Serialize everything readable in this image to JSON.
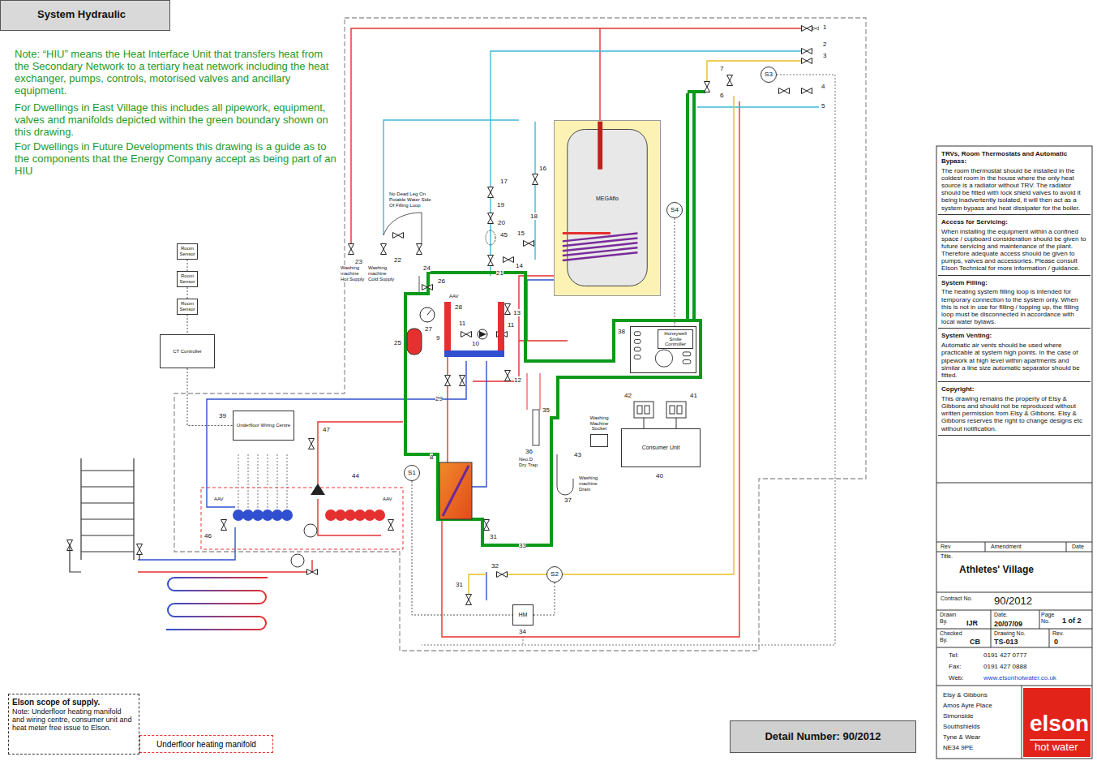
{
  "diagram": {
    "title": "System Hydraulic",
    "nodes": [
      {
        "text": [
          "Room Sensor"
        ]
      },
      {
        "text": [
          "Room Sensor"
        ]
      },
      {
        "text": [
          "Room Sensor"
        ]
      },
      {
        "text": [
          "CT Controller"
        ]
      },
      {
        "text": [
          "MEGAflo"
        ]
      },
      {
        "text": [
          "S3"
        ]
      },
      {
        "text": [
          "S4"
        ]
      },
      {
        "text": [
          "Honeywell Smile Controller"
        ]
      },
      {
        "text": [
          "Underfloor Wiring Centre"
        ]
      },
      {
        "text": [
          "Washing Machine Socket"
        ]
      },
      {
        "text": [
          "Consumer Unit"
        ]
      },
      {
        "text": [
          "S1"
        ]
      },
      {
        "text": [
          "S2"
        ]
      },
      {
        "text": [
          "HM"
        ]
      },
      {
        "text": [
          "Elson scope of supply.",
          "Note: Underfloor heating manifold and wiring centre, consumer unit and heat meter free issue to Elson."
        ]
      },
      {
        "text": [
          "Detail Number: 90/2012"
        ]
      },
      {
        "text": [
          "TRVs, Room Thermostats and Automatic Bypass:",
          "The room thermostat should be installed in the coldest room in the house where the only heat source is a radiator without TRV. The radiator should be fitted with lock shield valves to avoid it being inadvertently isolated, it will then act as a system bypass and heat dissipater for the boiler."
        ]
      },
      {
        "text": [
          "Access for Servicing:",
          "When installing the equipment within a confined space / cupboard consideration should be given to future servicing and maintenance of the plant. Therefore adequate access should be given to pumps, valves and accessories. Please consult Elson Technical for more information / guidance."
        ]
      },
      {
        "text": [
          "System Filling:",
          "The heating system filling loop is intended for temporary connection to the system only. When this is not in use for filling / topping up, the filling loop must be disconnected in accordance with local water bylaws."
        ]
      },
      {
        "text": [
          "System Venting:",
          "Automatic air vents should be used where practicable at system high points. In the case of pipework at high level within apartments and similar a line size automatic separator should be fitted."
        ]
      },
      {
        "text": [
          "Copyright:",
          "This drawing remains the property of Elsy & Gibbons and should not be reproduced without written permission from Elsy & Gibbons. Elsy & Gibbons reserves the right to change designs etc without notification."
        ]
      }
    ],
    "edges": [
      {
        "from": 0,
        "to": 1,
        "arrow": "none"
      },
      {
        "from": 1,
        "to": 2,
        "arrow": "none"
      },
      {
        "from": 2,
        "to": 3,
        "arrow": "none"
      },
      {
        "from": 3,
        "to": 8,
        "arrow": "none"
      },
      {
        "from": 6,
        "to": 7,
        "arrow": "none"
      },
      {
        "from": 11,
        "to": 13,
        "arrow": "none"
      },
      {
        "from": 12,
        "to": 13,
        "arrow": "none"
      }
    ],
    "labels": [
      "Note: “HIU” means the Heat Interface Unit that transfers heat from the Secondary Network to a tertiary heat network including the heat exchanger, pumps, controls, motorised valves and ancillary equipment.",
      "For Dwellings in East Village this includes all pipework, equipment, valves and manifolds depicted within the green boundary shown on this drawing.",
      "For Dwellings in Future Developments this drawing is a guide as to the components that the Energy Company accept as being part of an HIU",
      "1",
      "2",
      "3",
      "4",
      "5",
      "7",
      "6",
      "No Dead Leg On Potable Water Side Of Filling Loop",
      "16",
      "17",
      "18",
      "19",
      "20",
      "45",
      "15",
      "14",
      "21",
      "23",
      "Washing machine Hot Supply",
      "22",
      "Washing machine Cold Supply",
      "24",
      "26",
      "AAV",
      "28",
      "27",
      "25",
      "11",
      "10",
      "11",
      "9",
      "13",
      "12",
      "29",
      "35",
      "38",
      "42",
      "41",
      "36",
      "Neo.D Dry Trap",
      "37",
      "Washing machine Drain",
      "43",
      "40",
      "8",
      "31",
      "33",
      "32",
      "31",
      "34",
      "39",
      "47",
      "44",
      "AAV",
      "AAV",
      "46",
      "Rev",
      "Amendment",
      "Date",
      "Title.",
      "Athletes' Village",
      "Contract No.",
      "90/2012",
      "Drawn By.",
      "IJR",
      "Date.",
      "20/07/09",
      "Page No.",
      "1 of 2",
      "Checked By.",
      "CB",
      "Drawing No.",
      "TS-013",
      "Rev.",
      "0",
      "Tel:",
      "0191 427 0777",
      "Fax:",
      "0191 427 0888",
      "Web:",
      "www.elsonhotwater.co.uk",
      "Elsy & Gibbons",
      "Amos Ayre Place",
      "Simonside",
      "Southshields",
      "Tyne & Wear",
      "NE34 9PE",
      "elson",
      "hot water"
    ],
    "legend": [
      {
        "text": "Underfloor heating manifold"
      }
    ]
  }
}
